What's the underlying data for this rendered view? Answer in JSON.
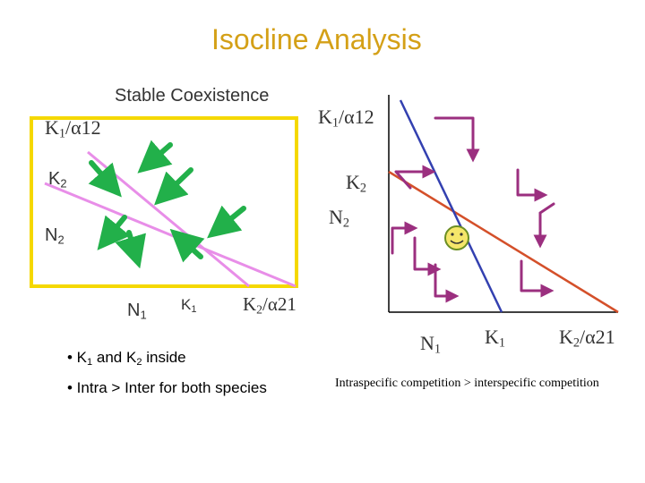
{
  "slide": {
    "title": "Isocline Analysis"
  },
  "left_panel": {
    "heading": "Stable Coexistence",
    "y_k1_prefix": "K",
    "y_k1_sub": "1",
    "y_k1_suffix": "/α12",
    "y_k2_main": "K",
    "y_k2_sub": "2",
    "y_n2_main": "N",
    "y_n2_sub": "2",
    "x_n1_main": "N",
    "x_n1_sub": "1",
    "x_k1_main": "K",
    "x_k1_sub": "1",
    "x_k2a_main": "K",
    "x_k2a_sub": "2",
    "x_k2a_suffix": "/α21",
    "colors": {
      "frame": "#f5d800",
      "isocline": "#e88ee8",
      "arrow": "#22b04a"
    }
  },
  "conditions": {
    "item1_prefix": "• K",
    "item1_sub1": "1",
    "item1_mid": " and K",
    "item1_sub2": "2",
    "item1_suffix": " inside",
    "item2": "• Intra > Inter for both species"
  },
  "right_panel": {
    "y_k1_prefix": "K",
    "y_k1_sub": "1",
    "y_k1_suffix": "/α12",
    "y_k2_main": "K",
    "y_k2_sub": "2",
    "y_n2_main": "N",
    "y_n2_sub": "2",
    "x_n1_main": "N",
    "x_n1_sub": "1",
    "x_k1_main": "K",
    "x_k1_sub": "1",
    "x_k2a_main": "K",
    "x_k2a_sub": "2",
    "x_k2a_suffix": "/α21",
    "caption": "Intraspecific competition > interspecific competition",
    "colors": {
      "axes": "#000000",
      "species1_isocline": "#3340b0",
      "species2_isocline": "#d4502a",
      "vector": "#9b2f7f",
      "equilibrium": "#f5e66a"
    },
    "equilibrium_icon": "smiley-face-icon"
  }
}
